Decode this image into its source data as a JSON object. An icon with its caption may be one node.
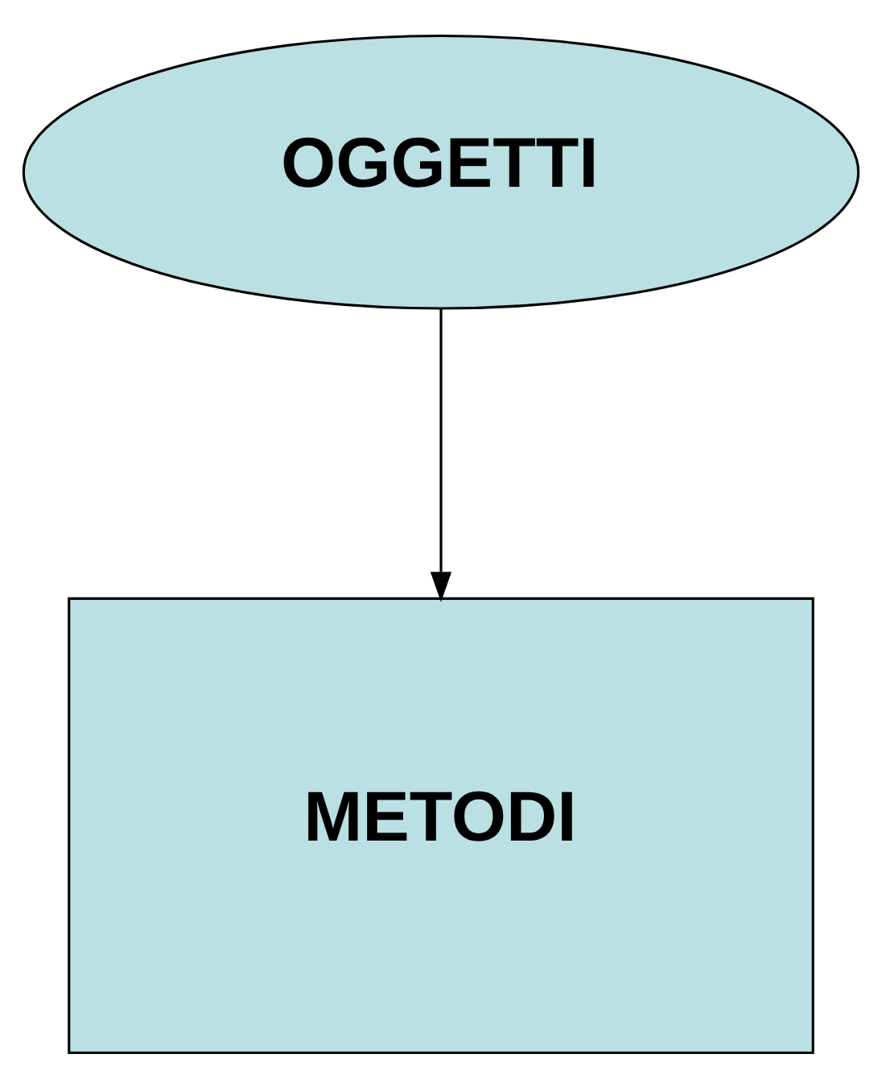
{
  "diagram": {
    "nodes": [
      {
        "text": [
          "OGGETTI"
        ]
      },
      {
        "text": [
          "METODI"
        ]
      }
    ],
    "edges": [
      {
        "from": 0,
        "to": 1,
        "arrow": "to"
      }
    ]
  }
}
